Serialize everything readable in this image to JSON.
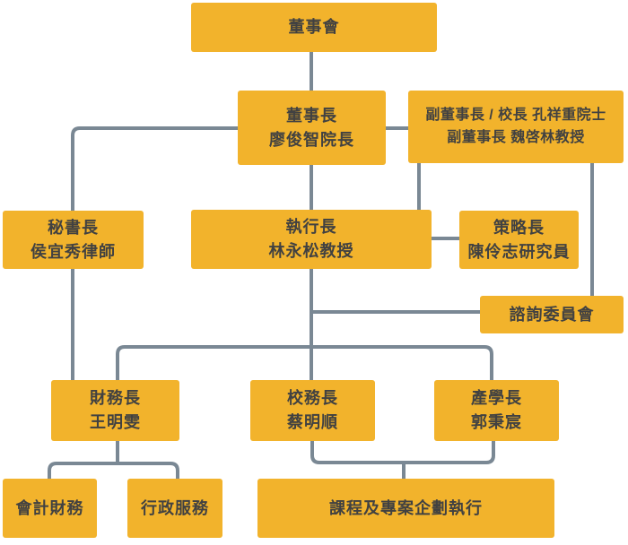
{
  "diagram": {
    "type": "org-chart",
    "colors": {
      "background": "#FFFFFF",
      "box": "#F2B32C",
      "line": "#7A8894",
      "text": "#414141"
    },
    "nodes": {
      "board": {
        "label": "董事會"
      },
      "chairman": {
        "title": "董事長",
        "name": "廖俊智院長"
      },
      "vice_chairman": {
        "line1": "副董事長 / 校長 孔祥重院士",
        "line2": "副董事長 魏啓林教授"
      },
      "secretary": {
        "title": "秘書長",
        "name": "侯宜秀律師"
      },
      "ceo": {
        "title": "執行長",
        "name": "林永松教授"
      },
      "strategy": {
        "title": "策略長",
        "name": "陳伶志研究員"
      },
      "advisory": {
        "label": "諮詢委員會"
      },
      "cfo": {
        "title": "財務長",
        "name": "王明雯"
      },
      "academic": {
        "title": "校務長",
        "name": "蔡明順"
      },
      "industry": {
        "title": "產學長",
        "name": "郭秉宸"
      },
      "accounting": {
        "label": "會計財務"
      },
      "admin_services": {
        "label": "行政服務"
      },
      "program_exec": {
        "label": "課程及專案企劃執行"
      }
    },
    "edges": [
      {
        "from": "board",
        "to": "chairman",
        "style": "vertical"
      },
      {
        "from": "chairman",
        "to": "vice_chairman",
        "style": "lateral"
      },
      {
        "from": "chairman",
        "to": "secretary",
        "style": "elbow"
      },
      {
        "from": "chairman",
        "to": "ceo",
        "style": "vertical"
      },
      {
        "from": "vice_chairman",
        "to": "ceo",
        "style": "vertical"
      },
      {
        "from": "ceo",
        "to": "strategy",
        "style": "lateral"
      },
      {
        "from": "vice_chairman",
        "to": "advisory",
        "style": "vertical"
      },
      {
        "from": "ceo",
        "to": "advisory",
        "style": "elbow"
      },
      {
        "from": "secretary",
        "to": "cfo",
        "style": "vertical"
      },
      {
        "from": "ceo",
        "to": "cfo",
        "style": "bus"
      },
      {
        "from": "ceo",
        "to": "academic",
        "style": "vertical"
      },
      {
        "from": "ceo",
        "to": "industry",
        "style": "bus"
      },
      {
        "from": "cfo",
        "to": "accounting",
        "style": "bus"
      },
      {
        "from": "cfo",
        "to": "admin_services",
        "style": "bus"
      },
      {
        "from": "academic",
        "to": "program_exec",
        "style": "bus"
      },
      {
        "from": "industry",
        "to": "program_exec",
        "style": "bus"
      }
    ]
  }
}
